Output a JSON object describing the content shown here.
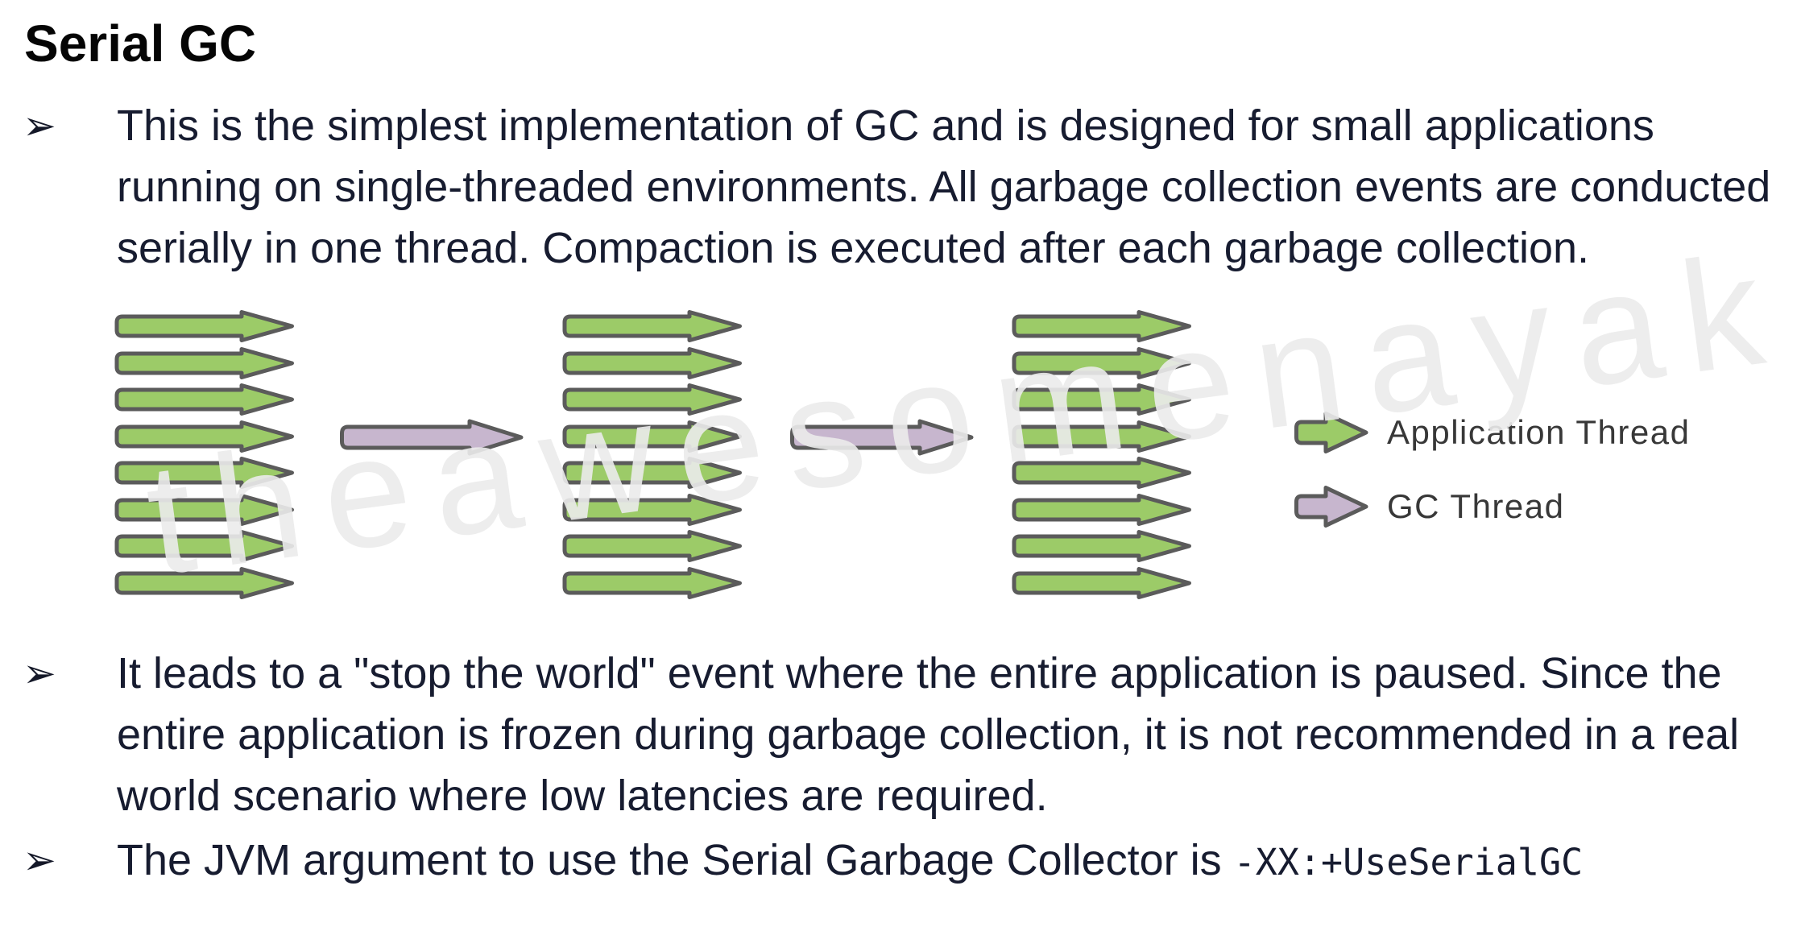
{
  "title": "Serial GC",
  "bullet_marker": "➢",
  "bullets": [
    {
      "lines": [
        "This is the simplest implementation of GC and is designed for small applications",
        "running on single-threaded environments. All garbage collection events are conducted",
        "serially in one thread. Compaction is executed after each garbage collection."
      ]
    },
    {
      "lines": [
        "It leads to a \"stop the world\" event where the entire application is paused. Since the",
        "entire application is frozen during garbage collection, it is not recommended in a real",
        "world scenario where low latencies are required."
      ]
    },
    {
      "text_prefix": "The JVM argument to use the Serial Garbage Collector is ",
      "code": "-XX:+UseSerialGC"
    }
  ],
  "diagram": {
    "watermark": "theawesomenayak",
    "phase_groups": 3,
    "app_arrows_per_group": 8,
    "gc_arrows_between_phases": 2,
    "colors": {
      "application_thread": "#9ccb68",
      "gc_thread": "#c7b6ce",
      "arrow_outline": "#5b5b5b"
    },
    "legend": [
      {
        "label": "Application Thread",
        "type": "application"
      },
      {
        "label": "GC Thread",
        "type": "gc"
      }
    ]
  }
}
